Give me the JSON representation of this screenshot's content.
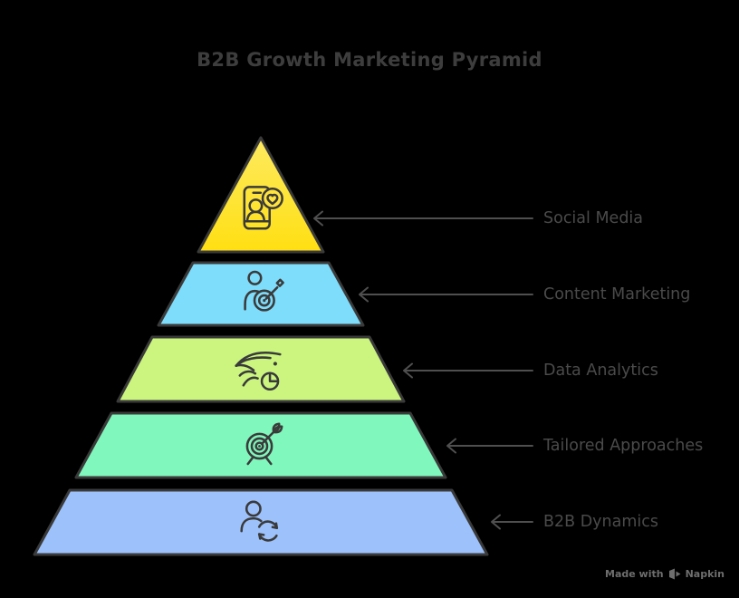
{
  "title": "B2B Growth Marketing Pyramid",
  "pyramid": {
    "layers": [
      {
        "rank": 1,
        "label": "Social Media",
        "icon": "phone-heart-icon",
        "fill_top": "#fdea60",
        "fill_bottom": "#ffdf12"
      },
      {
        "rank": 2,
        "label": "Content Marketing",
        "icon": "person-target-icon",
        "fill": "#7eddfb"
      },
      {
        "rank": 3,
        "label": "Data Analytics",
        "icon": "data-flow-pie-icon",
        "fill": "#cbf57f"
      },
      {
        "rank": 4,
        "label": "Tailored Approaches",
        "icon": "dartboard-arrow-icon",
        "fill": "#80f7bc"
      },
      {
        "rank": 5,
        "label": "B2B Dynamics",
        "icon": "person-sync-icon",
        "fill": "#9cc1fb"
      }
    ]
  },
  "colors": {
    "background": "#000000",
    "outline": "#3a3a3a",
    "title_text": "#3d3d3d",
    "label_text": "#4a4a4a",
    "arrow": "#4f4f4f",
    "badge_fill": "#ffe43c",
    "watermark_text": "#6e6e6e"
  },
  "watermark": {
    "text": "Made with",
    "brand": "Napkin"
  }
}
